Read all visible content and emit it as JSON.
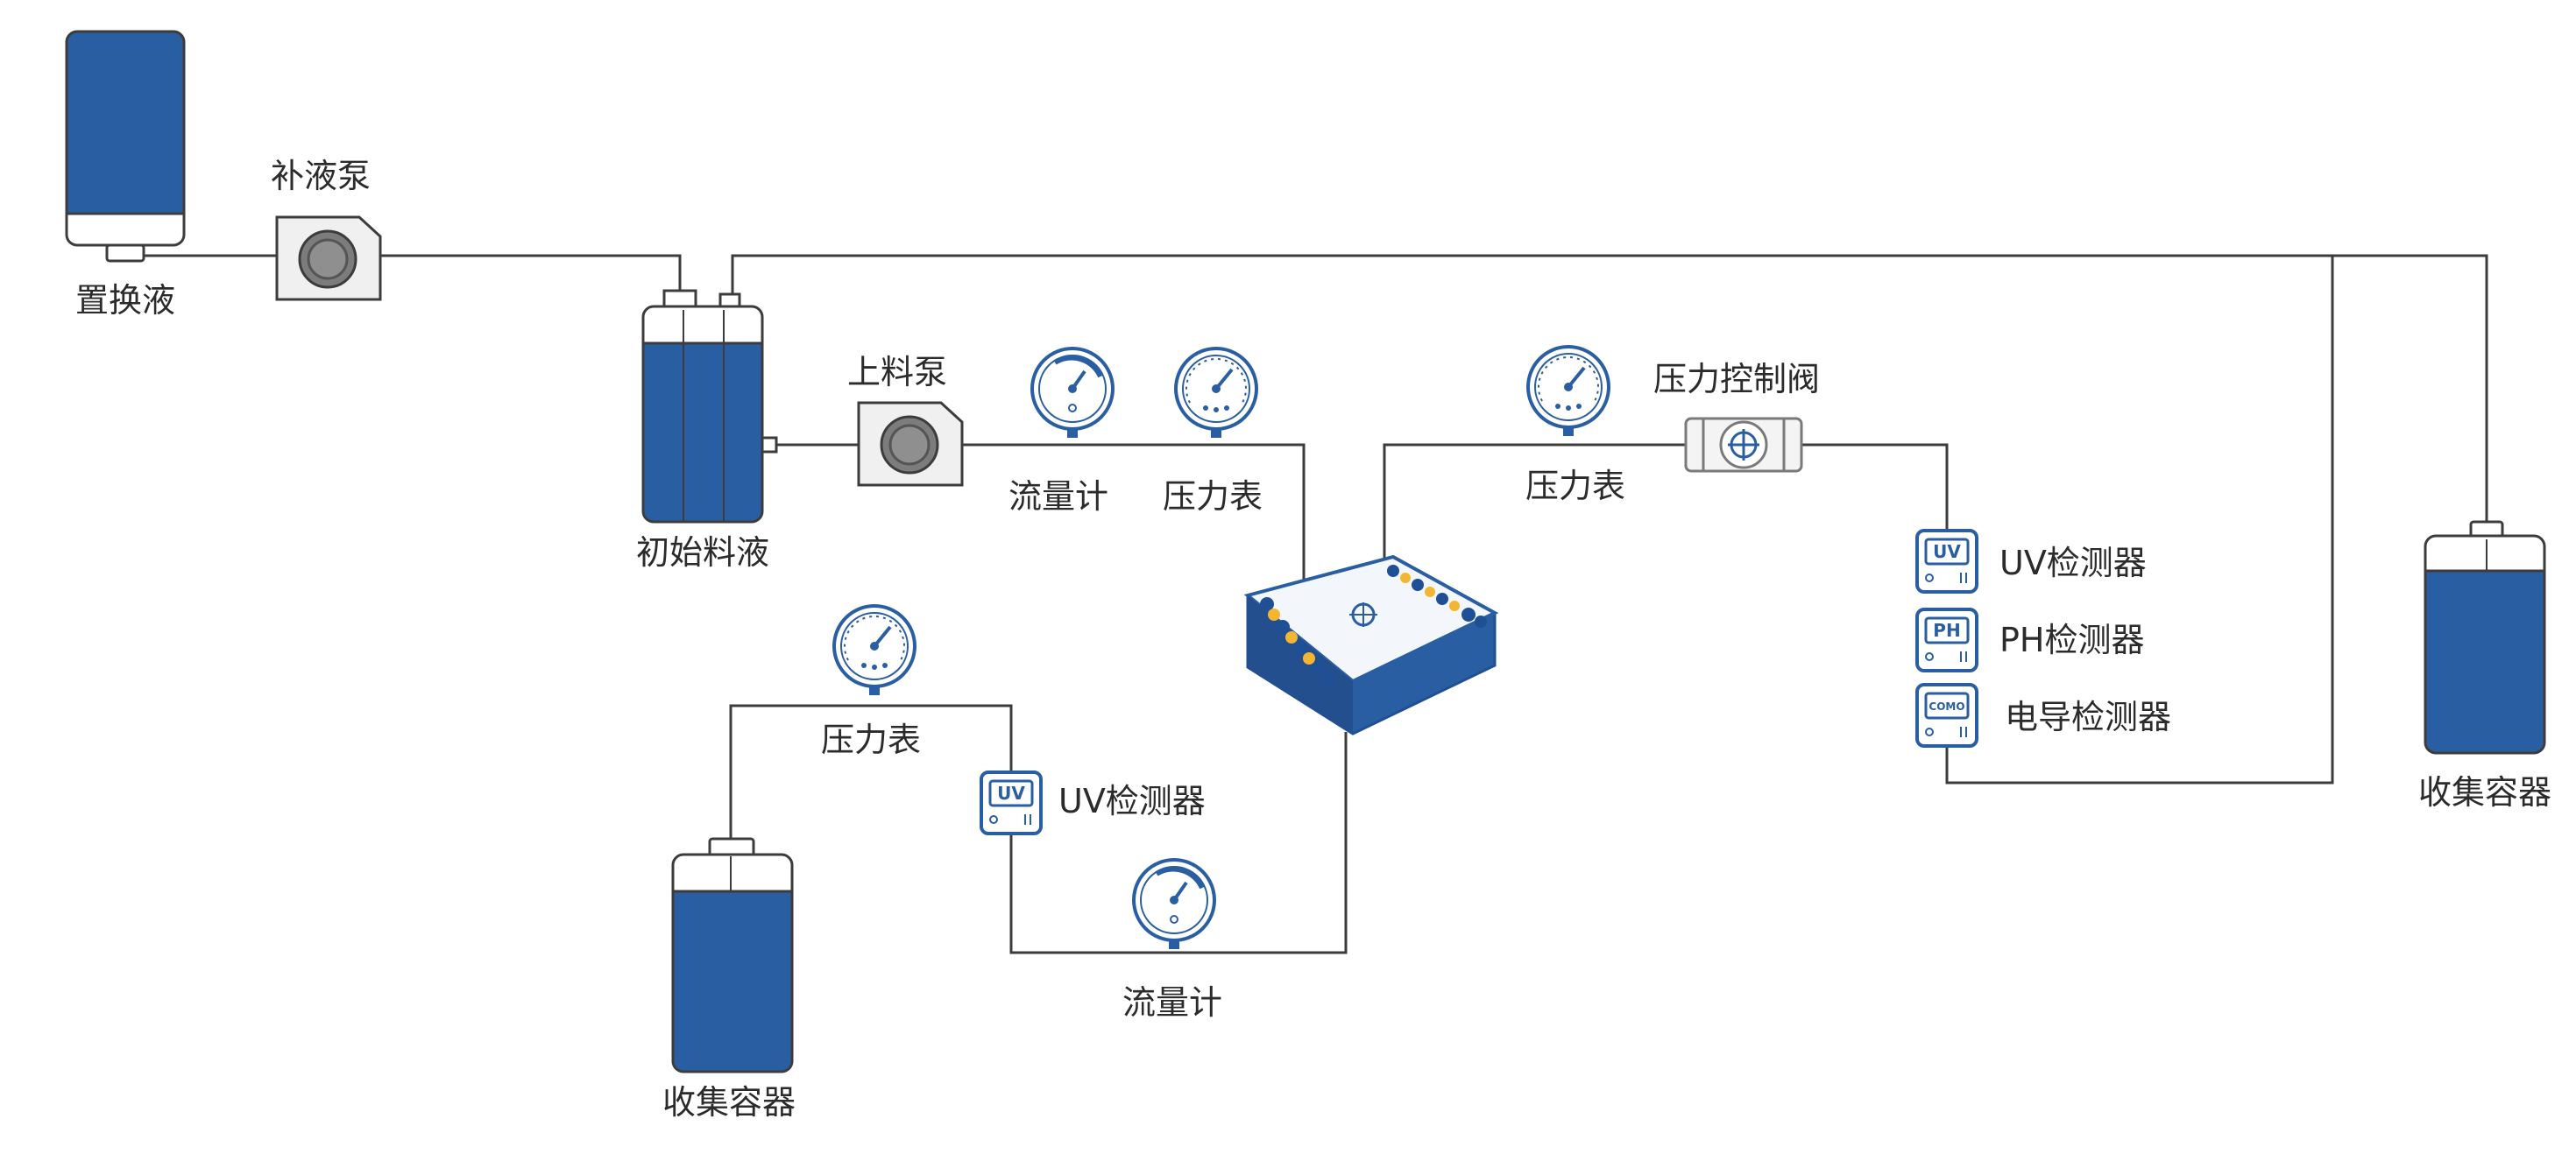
{
  "colors": {
    "tank_fill": "#2a5ea3",
    "tank_outline": "#3c3c3c",
    "pipe": "#3c3c3c",
    "instrument_blue": "#2a5ea3",
    "pump_face": "#f0f0f0",
    "pump_rotor": "#7c7c7c",
    "module_top": "#f3f6fb",
    "module_side": "#2a5ea3",
    "port_blue": "#1f4f94",
    "port_yellow": "#f2b632"
  },
  "labels": {
    "replacement_liquid": "置换液",
    "makeup_pump": "补液泵",
    "initial_feed": "初始料液",
    "feed_pump": "上料泵",
    "flowmeter_top": "流量计",
    "pressure_gauge_top": "压力表",
    "pressure_gauge_retentate": "压力表",
    "pressure_control_valve": "压力控制阀",
    "uv_detector_right": "UV检测器",
    "ph_detector": "PH检测器",
    "conductivity_detector": "电导检测器",
    "collection_right": "收集容器",
    "pressure_gauge_bottom": "压力表",
    "uv_detector_bottom": "UV检测器",
    "flowmeter_bottom": "流量计",
    "collection_bottom": "收集容器"
  },
  "detector_badges": {
    "uv": "UV",
    "ph": "PH",
    "conductivity": "COMO"
  },
  "icons": {
    "pump": "peristaltic-pump-icon",
    "gauge": "pressure-gauge-icon",
    "flowmeter": "flowmeter-icon",
    "valve": "pressure-valve-icon",
    "detector": "detector-icon",
    "module": "filtration-module-icon",
    "tank": "tank-icon"
  }
}
